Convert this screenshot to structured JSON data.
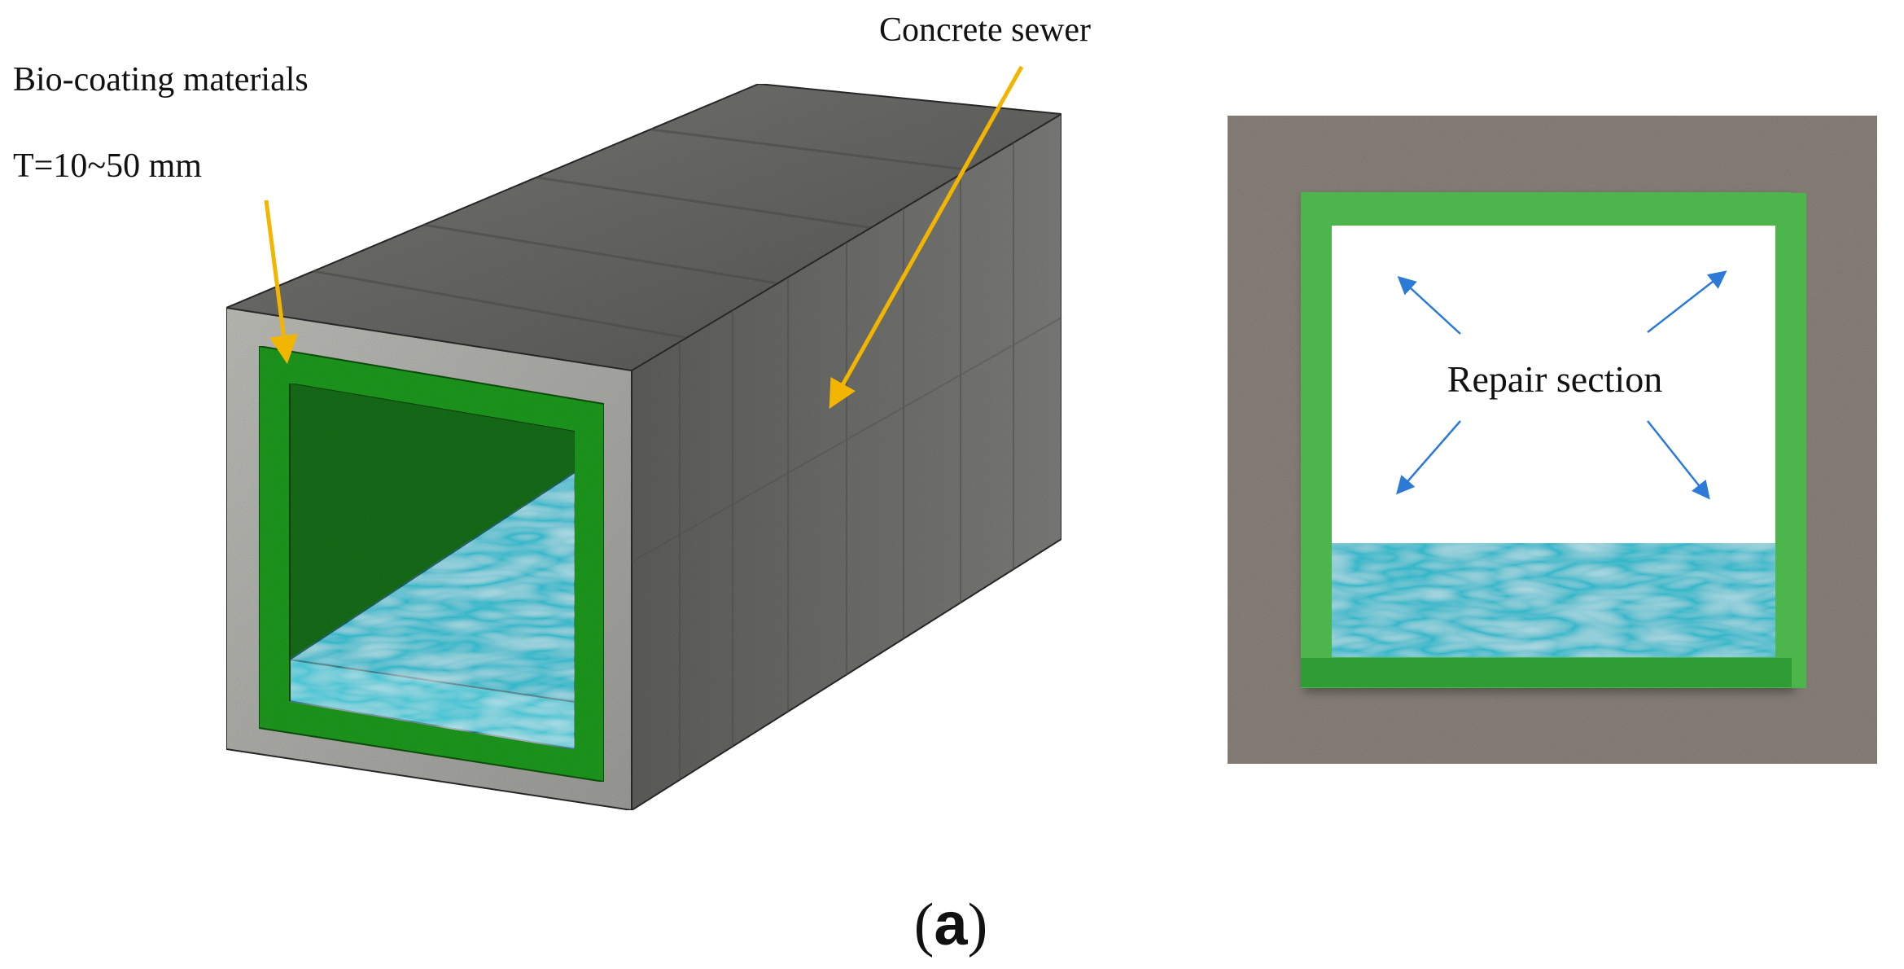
{
  "diagram": {
    "labels": {
      "bio_coating": "Bio-coating materials",
      "thickness": "T=10~50 mm",
      "concrete_sewer": "Concrete sewer",
      "repair_section": "Repair section"
    },
    "caption": {
      "open_paren": "(",
      "letter": "a",
      "close_paren": ")"
    },
    "colors": {
      "coating_green": "#1f9a1f",
      "coating_dark_green": "#15761a",
      "frame_green": "#4cb54c",
      "water": "#2bb7c9",
      "concrete": "#6e6e6e",
      "arrow_yellow": "#f2b500",
      "arrow_blue": "#2d7ad6"
    }
  }
}
